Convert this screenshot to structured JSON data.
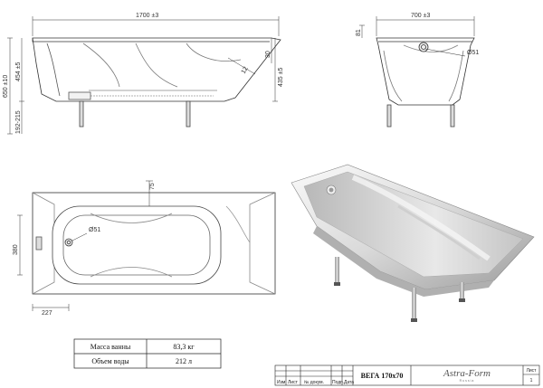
{
  "dimensions": {
    "length": "1700 ±3",
    "width": "700 ±3",
    "height_total": "650 ±10",
    "side_height": "454 ±5",
    "leg_range": "192-215",
    "end_height": "435 ±5",
    "rim_offset": "30",
    "rim_top": "81",
    "rim_angle": "12",
    "drain_diameter_side": "Ø51",
    "drain_diameter_top": "Ø51",
    "drain_offset": "75",
    "inner_width": "380",
    "drain_end_offset": "227"
  },
  "specs_table": {
    "rows": [
      {
        "label": "Масса ванны",
        "value": "83,3 кг"
      },
      {
        "label": "Объем воды",
        "value": "212 л"
      }
    ]
  },
  "title_block": {
    "model": "ВЕГА 170x70",
    "sheet_label": "Лист",
    "sheet_number": "1",
    "columns": [
      "Изм",
      "Лист",
      "№ докум.",
      "Подп.",
      "Дата"
    ],
    "brand": "Astra-Form",
    "brand_sub": "Russia"
  }
}
